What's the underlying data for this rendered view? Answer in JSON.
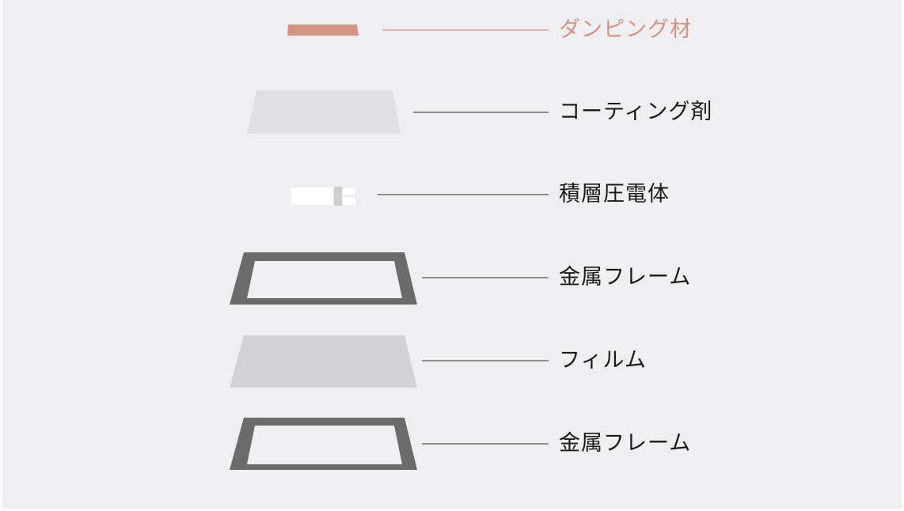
{
  "colors": {
    "background": "#efeff1",
    "accent": "#d49385",
    "frame": "#6b6b6b",
    "film": "#d2d2d4",
    "coating": "#e0e0e2",
    "leader_line": "#555555"
  },
  "layers": [
    {
      "label": "ダンピング材"
    },
    {
      "label": "コーティング剤"
    },
    {
      "label": "積層圧電体"
    },
    {
      "label": "金属フレーム"
    },
    {
      "label": "フィルム"
    },
    {
      "label": "金属フレーム"
    }
  ]
}
